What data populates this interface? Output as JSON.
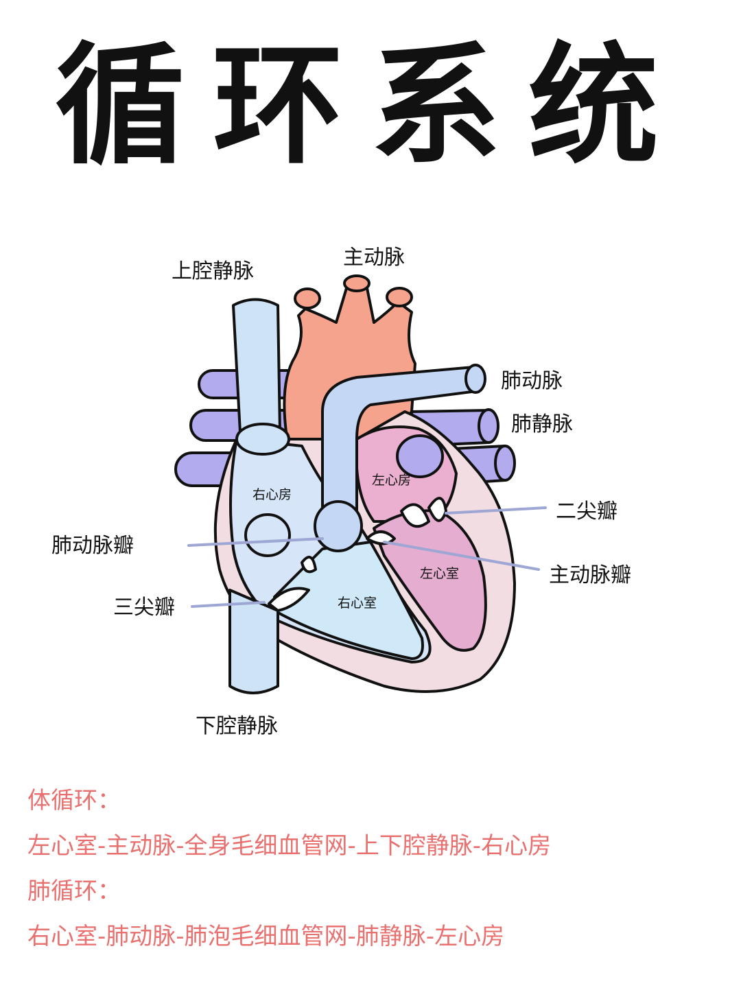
{
  "title": "循环系统",
  "labels": {
    "superior_vena_cava": "上腔静脉",
    "aorta": "主动脉",
    "pulmonary_artery": "肺动脉",
    "pulmonary_vein": "肺静脉",
    "right_atrium": "右心房",
    "left_atrium": "左心房",
    "mitral_valve": "二尖瓣",
    "pulmonary_valve": "肺动脉瓣",
    "aortic_valve": "主动脉瓣",
    "left_ventricle": "左心室",
    "tricuspid_valve": "三尖瓣",
    "right_ventricle": "右心室",
    "inferior_vena_cava": "下腔静脉"
  },
  "notes": {
    "systemic_heading": "体循环：",
    "systemic_path": "左心室-主动脉-全身毛细血管网-上下腔静脉-右心房",
    "pulmonary_heading": "肺循环：",
    "pulmonary_path": "右心室-肺动脉-肺泡毛细血管网-肺静脉-左心房"
  },
  "colors": {
    "vein_blue": "#cfe3f7",
    "aorta_red": "#f5a38c",
    "pulmonary_vein_purple": "#b2acef",
    "left_heart_pink": "#ebb0cf",
    "wall_pink": "#f2dde2",
    "note_red": "#e8706f",
    "pointer_line": "#9ea6d4"
  }
}
